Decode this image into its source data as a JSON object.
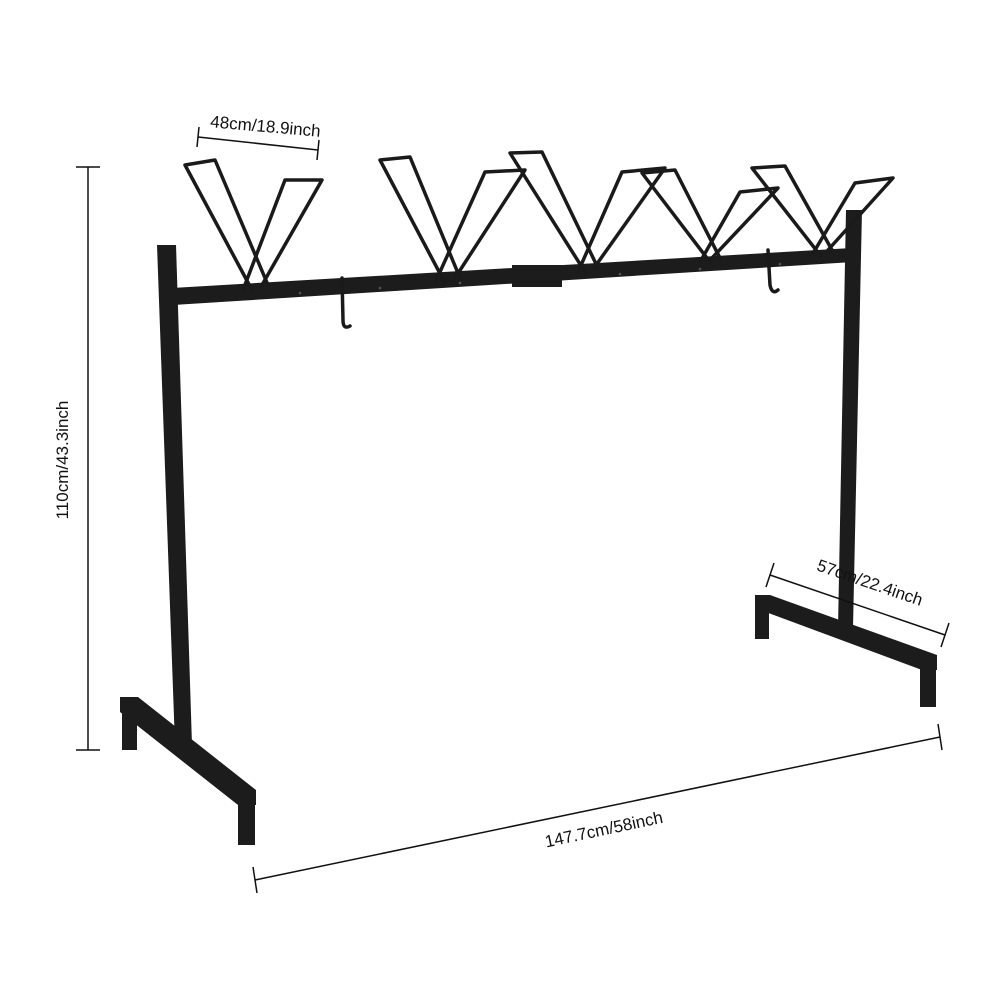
{
  "product": "bike-rack",
  "dimensions": {
    "holder_width": "48cm/18.9inch",
    "height": "110cm/43.3inch",
    "base_depth": "57cm/22.4inch",
    "length": "147.7cm/58inch"
  },
  "colors": {
    "frame": "#1c1c1c",
    "background": "#ffffff",
    "annotation": "#111111"
  }
}
